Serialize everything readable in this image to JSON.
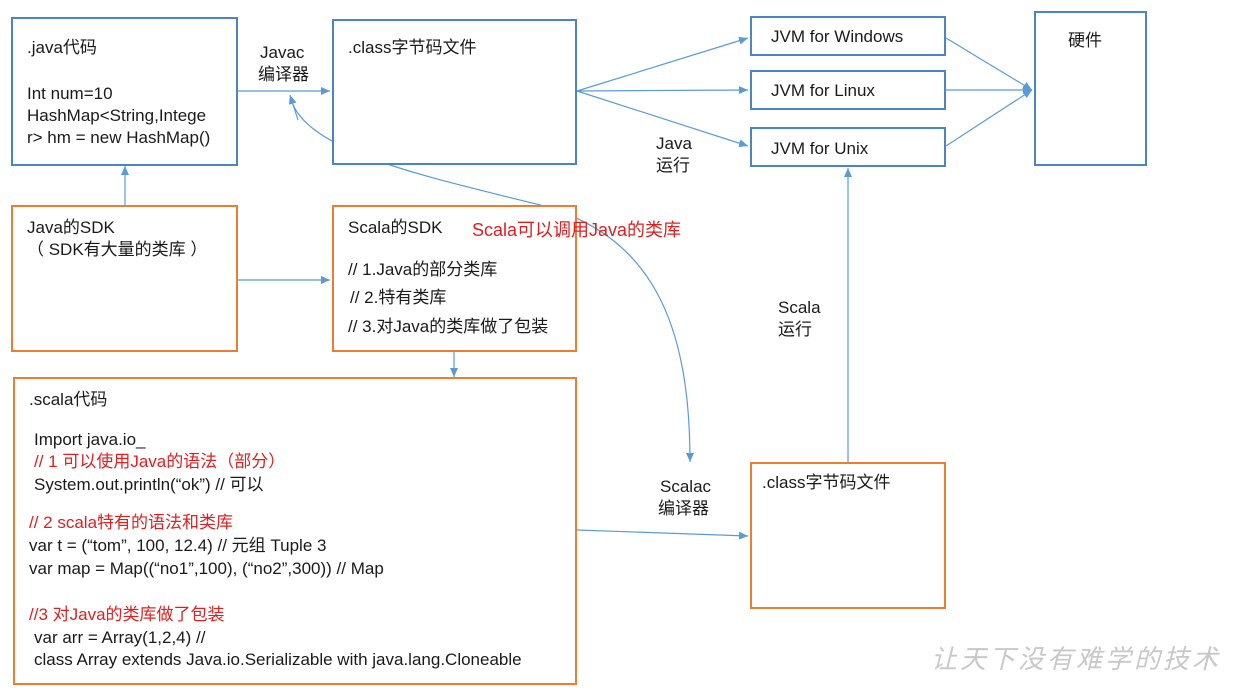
{
  "java_box": {
    "title": ".java代码",
    "line1": "Int num=10",
    "line2": "HashMap<String,Intege",
    "line3": "r> hm = new HashMap()"
  },
  "javac_label": [
    "Javac",
    "编译器"
  ],
  "class_top": {
    "title": ".class字节码文件"
  },
  "jvm_windows": "JVM for Windows",
  "jvm_linux": "JVM for Linux",
  "jvm_unix": "JVM for Unix",
  "hardware": "硬件",
  "java_run_label": [
    "Java",
    "运行"
  ],
  "java_sdk": {
    "line1": "Java的SDK",
    "line2": "（ SDK有大量的类库 ）"
  },
  "scala_sdk": {
    "title": "Scala的SDK",
    "note": "Scala可以调用Java的类库",
    "item1": "// 1.Java的部分类库",
    "item2": "// 2.特有类库",
    "item3": "// 3.对Java的类库做了包装"
  },
  "scala_run_label": [
    "Scala",
    "运行"
  ],
  "scala_code": {
    "title": ".scala代码",
    "l1": "Import java.io_",
    "l2": "// 1 可以使用Java的语法（部分）",
    "l3": "System.out.println(“ok”)  // 可以",
    "l4": "// 2 scala特有的语法和类库",
    "l5": "var t = (“tom”, 100, 12.4) // 元组 Tuple 3",
    "l6": "var map = Map((“no1”,100), (“no2”,300))  // Map",
    "l7": "//3 对Java的类库做了包装",
    "l8": "var arr = Array(1,2,4) //",
    "l9": "class Array extends Java.io.Serializable with java.lang.Cloneable"
  },
  "scalac_label": [
    "Scalac",
    "编译器"
  ],
  "class_bottom": {
    "title": ".class字节码文件"
  },
  "watermark": "让天下没有难学的技术",
  "colors": {
    "blue": "#4a86c5",
    "orange": "#ed7d31",
    "red": "#e02020"
  }
}
